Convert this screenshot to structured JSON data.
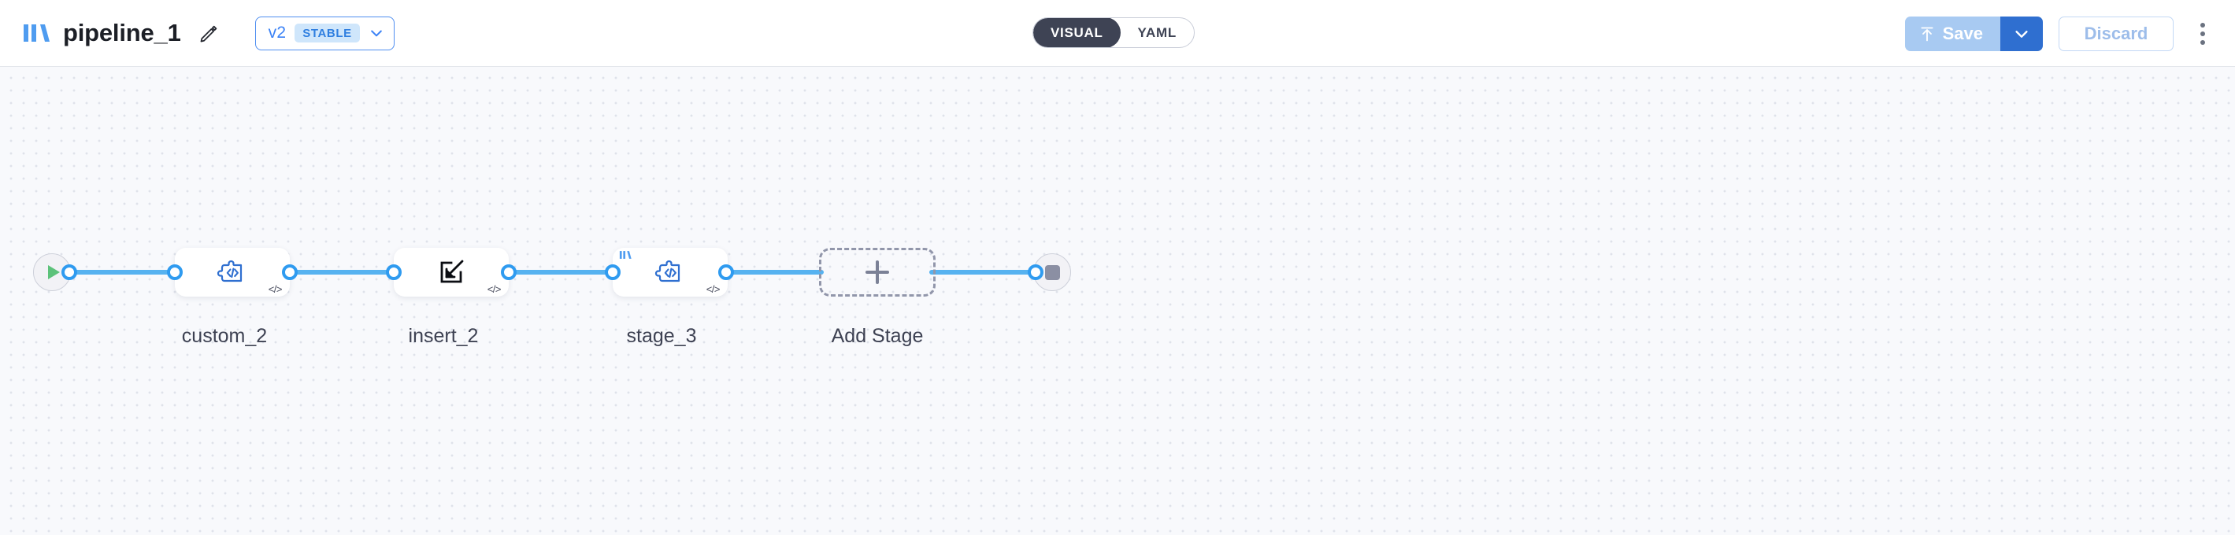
{
  "header": {
    "logo_icon": "pipeline-logo-icon",
    "title": "pipeline_1",
    "edit_icon": "pencil-icon",
    "version": {
      "label": "v2",
      "badge": "STABLE",
      "chevron_icon": "chevron-down-icon"
    },
    "view_toggle": {
      "options": [
        {
          "label": "VISUAL",
          "active": true
        },
        {
          "label": "YAML",
          "active": false
        }
      ]
    },
    "actions": {
      "save_label": "Save",
      "save_icon": "upload-arrow-icon",
      "save_caret_icon": "chevron-down-icon",
      "discard_label": "Discard",
      "more_icon": "kebab-menu-icon"
    },
    "colors": {
      "accent_blue": "#3b82f6",
      "save_disabled": "#a8caf2",
      "save_caret": "#2f6fd0",
      "toggle_active": "#3e4354",
      "badge_bg": "#cfe6fb"
    }
  },
  "canvas": {
    "background": "#f8f9fc",
    "dot_color": "#dfe2ea",
    "edge_color": "#56b2f0",
    "port_color": "#2f9bf0",
    "start_node": {
      "name": "start-node",
      "icon": "play-icon"
    },
    "end_node": {
      "name": "end-node",
      "icon": "stop-icon"
    },
    "stages": [
      {
        "label": "custom_2",
        "icon": "puzzle-code-icon",
        "code_badge": "</>",
        "has_logo_badge": false
      },
      {
        "label": "insert_2",
        "icon": "insert-arrow-icon",
        "code_badge": "</>",
        "has_logo_badge": false
      },
      {
        "label": "stage_3",
        "icon": "puzzle-code-icon",
        "code_badge": "</>",
        "has_logo_badge": true
      }
    ],
    "add_stage": {
      "label": "Add Stage",
      "icon": "plus-icon"
    }
  }
}
